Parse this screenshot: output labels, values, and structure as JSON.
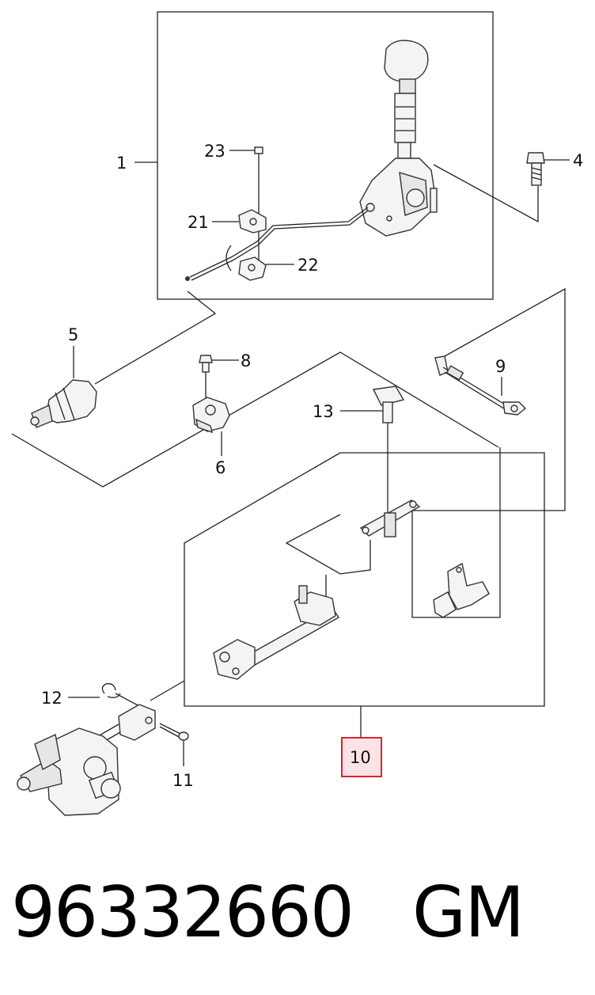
{
  "callouts": {
    "c1": "1",
    "c4": "4",
    "c5": "5",
    "c6": "6",
    "c8": "8",
    "c9": "9",
    "c10": "10",
    "c11": "11",
    "c12": "12",
    "c13": "13",
    "c21": "21",
    "c22": "22",
    "c23": "23"
  },
  "highlight": {
    "color": "#e0202e",
    "fill": "#fbe3e6"
  },
  "footer": {
    "part_number": "96332660",
    "brand": "GM"
  }
}
